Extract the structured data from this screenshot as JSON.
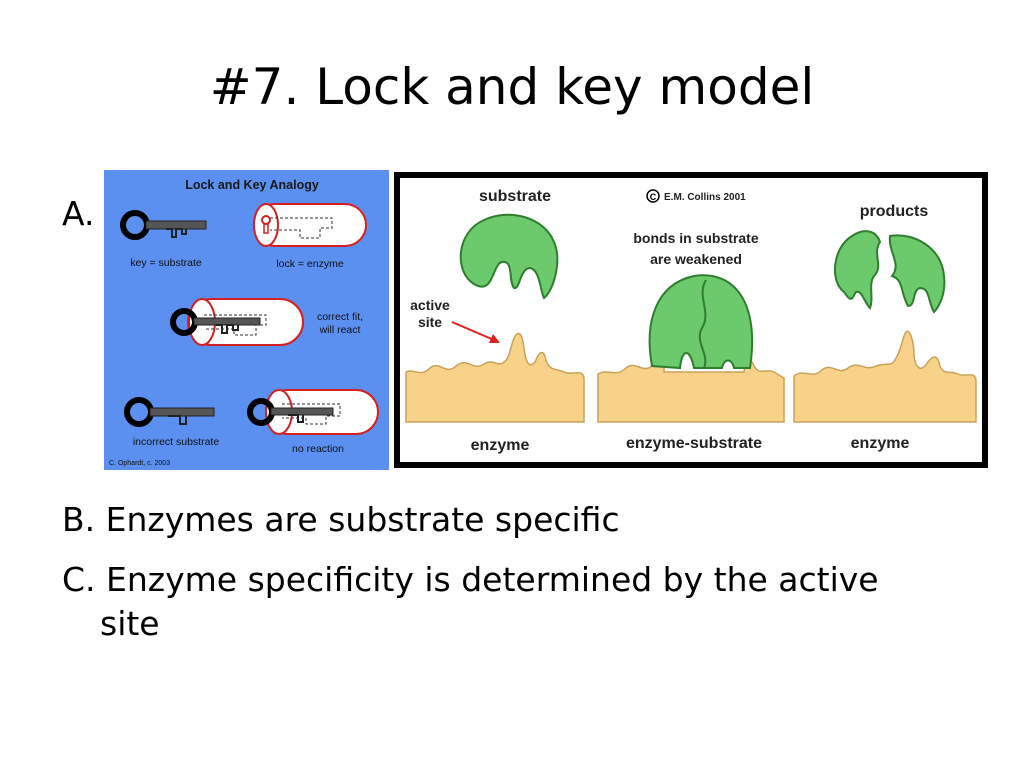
{
  "slide": {
    "title": "#7. Lock and key model",
    "bullet_a": "A.",
    "bullet_b": "B. Enzymes are substrate specific",
    "bullet_c_line1": "C. Enzyme specificity is determined by the active",
    "bullet_c_line2": "site"
  },
  "analogy_figure": {
    "title": "Lock and Key Analogy",
    "key_label": "key = substrate",
    "lock_label": "lock = enzyme",
    "correct_fit_line1": "correct fit,",
    "correct_fit_line2": "will react",
    "incorrect_label": "incorrect substrate",
    "no_reaction_label": "no reaction",
    "credit": "C. Ophardt, c. 2003",
    "background_color": "#5b8ff0",
    "lock_outline_color": "#d42020"
  },
  "enzyme_figure": {
    "substrate_label": "substrate",
    "copyright": "E.M. Collins 2001",
    "products_label": "products",
    "bonds_line1": "bonds in substrate",
    "bonds_line2": "are weakened",
    "active_site_line1": "active",
    "active_site_line2": "site",
    "enzyme_label_1": "enzyme",
    "enzyme_substrate_label": "enzyme-substrate",
    "enzyme_label_2": "enzyme",
    "substrate_color": "#6cc96c",
    "enzyme_color": "#f9d28a",
    "arrow_color": "#e02020"
  }
}
